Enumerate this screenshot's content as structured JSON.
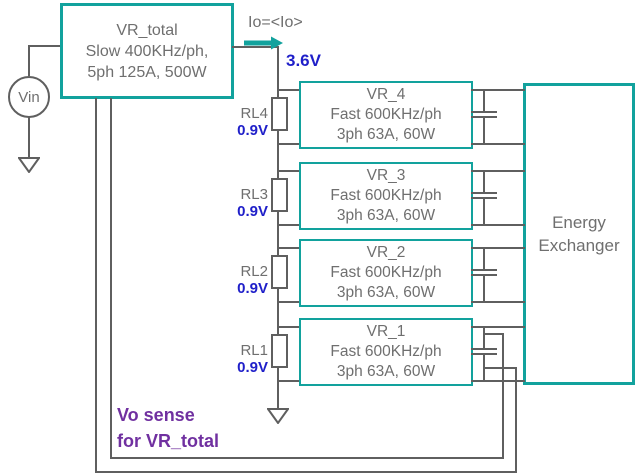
{
  "colors": {
    "accent_teal": "#12A29D",
    "wire_gray": "#5F5F5F",
    "label_gray": "#6F6F6F",
    "value_blue": "#1F1FC9",
    "note_purple": "#7030A0"
  },
  "vin": {
    "label": "Vin"
  },
  "vr_total": {
    "name": "VR_total",
    "spec1": "Slow 400KHz/ph,",
    "spec2": "5ph 125A, 500W"
  },
  "io_label": "Io=<Io>",
  "bus_voltage": "3.6V",
  "vr_units": [
    {
      "name": "VR_4",
      "spec1": "Fast 600KHz/ph",
      "spec2": "3ph 63A, 60W",
      "resistor": "RL4",
      "drop": "0.9V"
    },
    {
      "name": "VR_3",
      "spec1": "Fast 600KHz/ph",
      "spec2": "3ph 63A, 60W",
      "resistor": "RL3",
      "drop": "0.9V"
    },
    {
      "name": "VR_2",
      "spec1": "Fast 600KHz/ph",
      "spec2": "3ph 63A, 60W",
      "resistor": "RL2",
      "drop": "0.9V"
    },
    {
      "name": "VR_1",
      "spec1": "Fast 600KHz/ph",
      "spec2": "3ph 63A, 60W",
      "resistor": "RL1",
      "drop": "0.9V"
    }
  ],
  "energy_exchanger": {
    "name_line1": "Energy",
    "name_line2": "Exchanger"
  },
  "sense_note": {
    "line1": "Vo sense",
    "line2": "for VR_total"
  }
}
